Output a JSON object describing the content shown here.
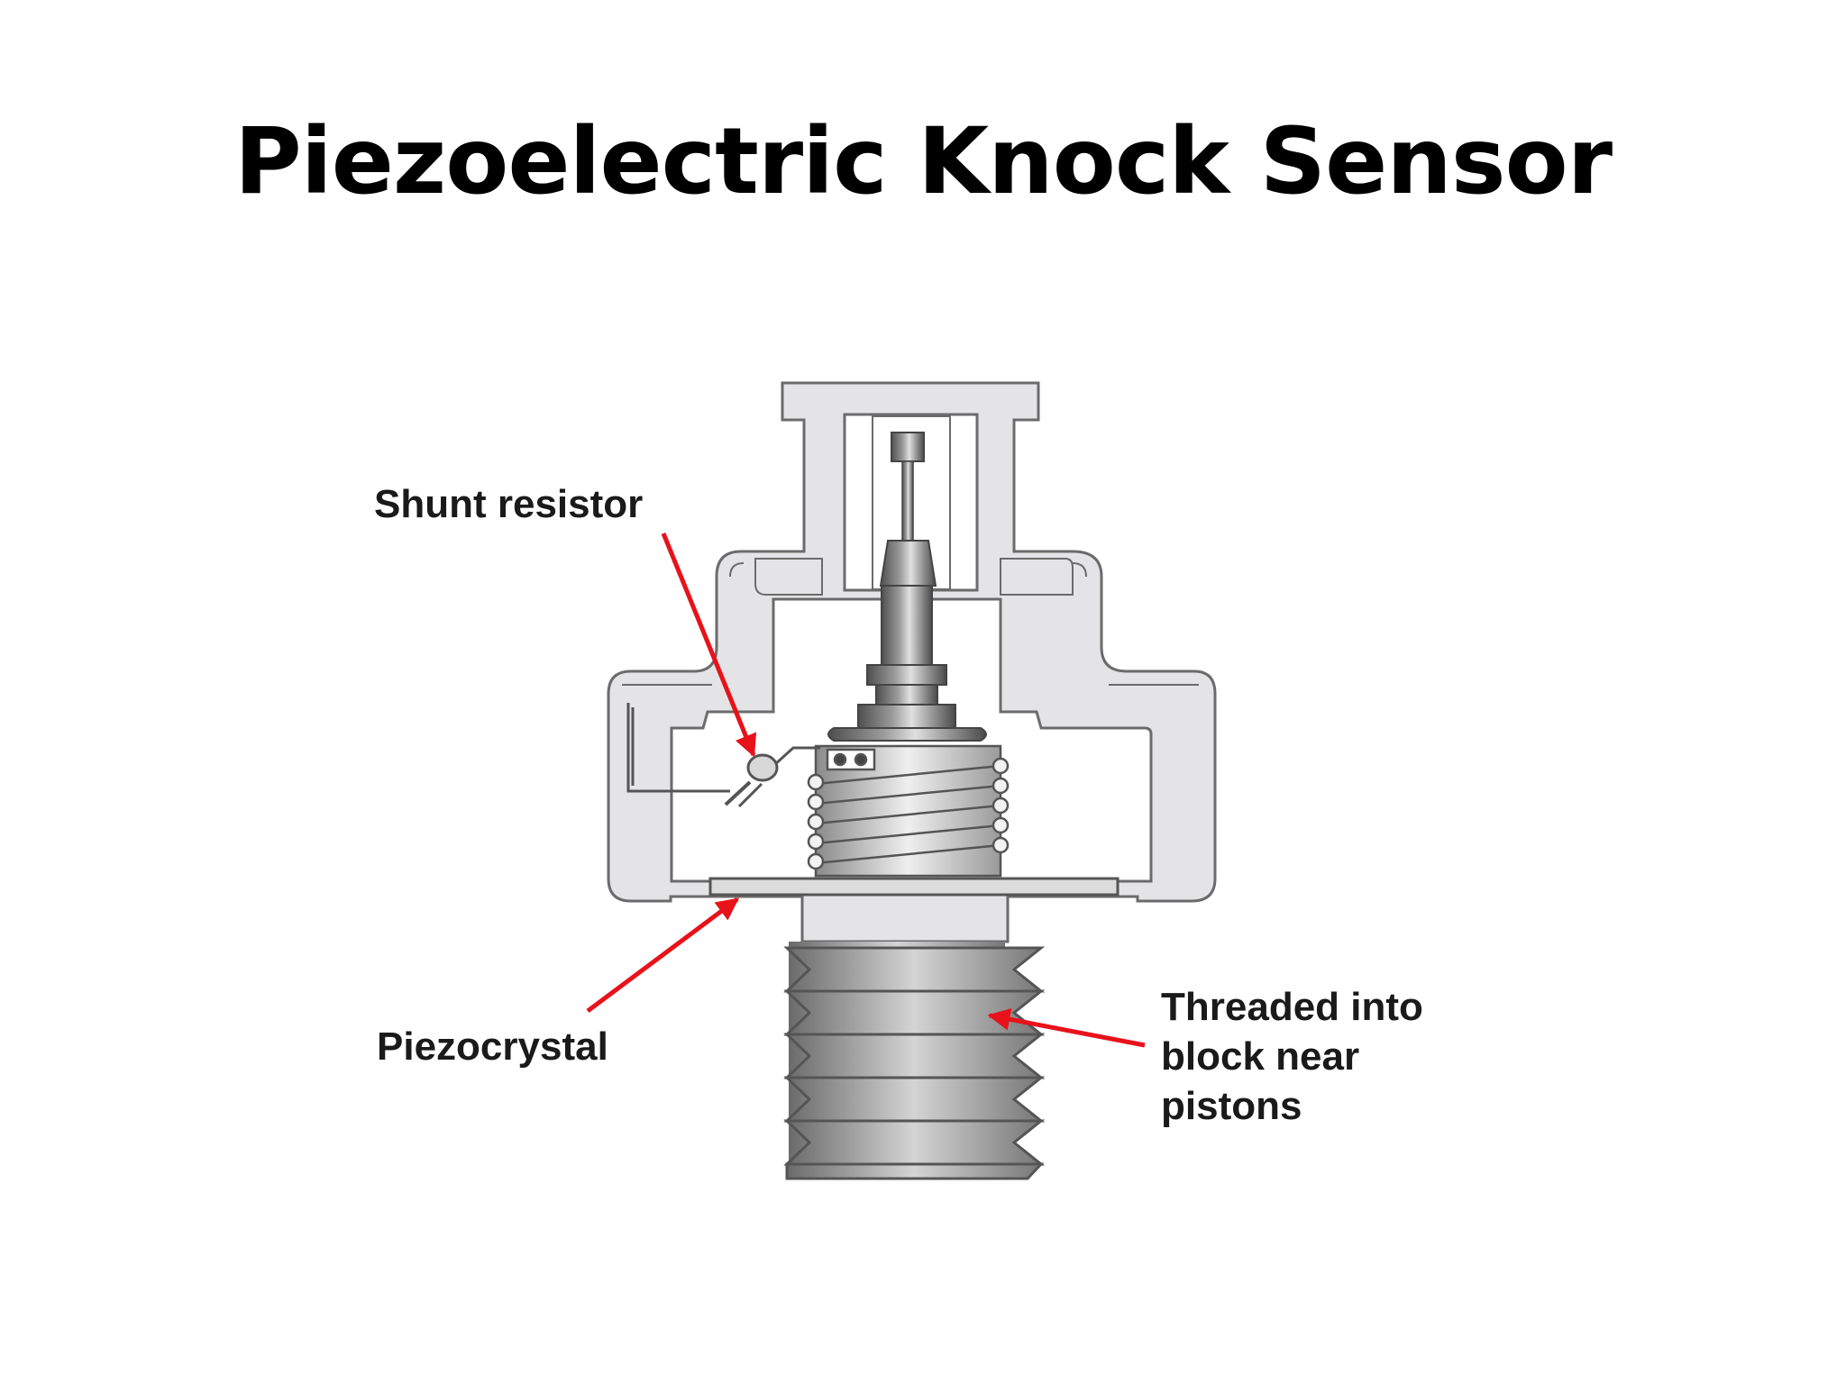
{
  "title": "Piezoelectric Knock Sensor",
  "labels": {
    "shunt_resistor": "Shunt resistor",
    "piezocrystal": "Piezocrystal",
    "threaded": "Threaded into\nblock near\npistons"
  },
  "colors": {
    "arrow": "#e8121a",
    "housing_fill": "#e4e4e6",
    "outline": "#6b6b6b",
    "metal_dark": "#5a5a5a",
    "metal_light": "#d8d8d8"
  }
}
